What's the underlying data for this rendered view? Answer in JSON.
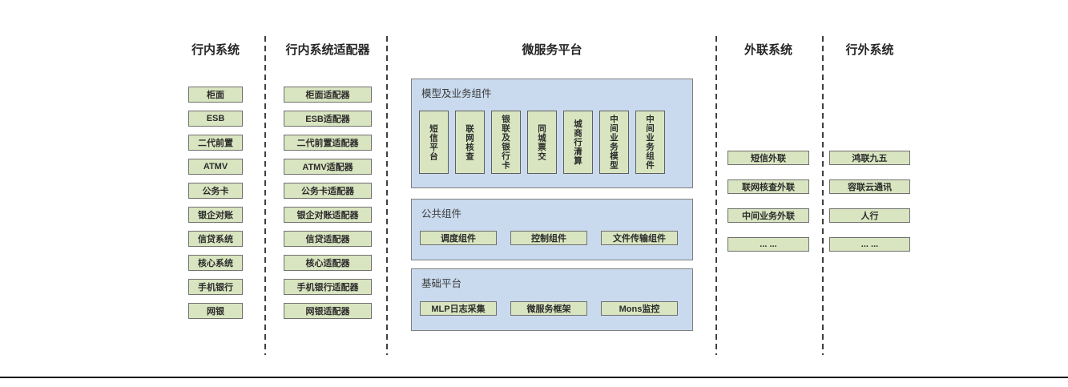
{
  "colors": {
    "box_green": "#d9e5c0",
    "panel_blue": "#c9daee",
    "box_border": "#6f6f6f",
    "panel_border": "#7f7f7f",
    "header_text": "#262626",
    "bottom_line": "#141414"
  },
  "columns": {
    "internal": {
      "title": "行内系统",
      "items": [
        "柜面",
        "ESB",
        "二代前置",
        "ATMV",
        "公务卡",
        "银企对账",
        "信贷系统",
        "核心系统",
        "手机银行",
        "网银"
      ]
    },
    "adapter": {
      "title": "行内系统适配器",
      "items": [
        "柜面适配器",
        "ESB适配器",
        "二代前置适配器",
        "ATMV适配器",
        "公务卡适配器",
        "银企对账适配器",
        "信贷适配器",
        "核心适配器",
        "手机银行适配器",
        "网银适配器"
      ]
    },
    "platform": {
      "title": "微服务平台",
      "sections": {
        "model": {
          "label": "模型及业务组件",
          "items": [
            "短信平台",
            "联网核查",
            "银联及银行卡",
            "同城票交",
            "城商行清算",
            "中间业务模型",
            "中间业务组件"
          ]
        },
        "common": {
          "label": "公共组件",
          "items": [
            "调度组件",
            "控制组件",
            "文件传输组件"
          ]
        },
        "base": {
          "label": "基础平台",
          "items": [
            "MLP日志采集",
            "微服务框架",
            "Mons监控"
          ]
        }
      }
    },
    "external": {
      "title": "外联系统",
      "items": [
        "短信外联",
        "联网核查外联",
        "中间业务外联",
        "... ..."
      ]
    },
    "outside": {
      "title": "行外系统",
      "items": [
        "鸿联九五",
        "容联云通讯",
        "人行",
        "... ..."
      ]
    }
  }
}
